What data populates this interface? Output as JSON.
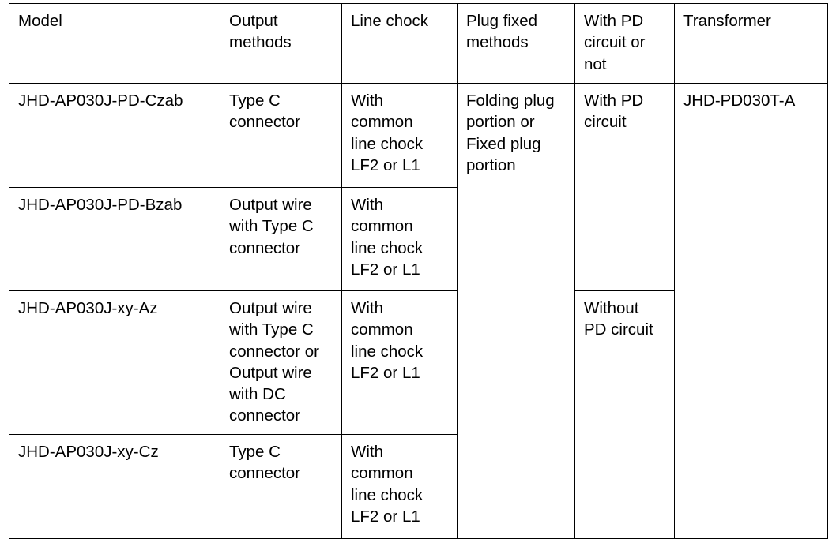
{
  "table": {
    "columns": [
      {
        "key": "model",
        "label": "Model"
      },
      {
        "key": "output",
        "label": "Output\nmethods"
      },
      {
        "key": "chock",
        "label": "Line chock"
      },
      {
        "key": "plug",
        "label": "Plug fixed\nmethods"
      },
      {
        "key": "pd",
        "label": "With PD\ncircuit or\nnot"
      },
      {
        "key": "transformer",
        "label": "Transformer"
      }
    ],
    "rows": [
      {
        "model": "JHD-AP030J-PD-Czab",
        "output": "Type C\nconnector",
        "chock": "With\ncommon\nline chock\nLF2 or L1"
      },
      {
        "model": "JHD-AP030J-PD-Bzab",
        "output": "Output wire\nwith Type C\nconnector",
        "chock": "With\ncommon\nline chock\nLF2 or L1"
      },
      {
        "model": "JHD-AP030J-xy-Az",
        "output": "Output wire\nwith Type C\nconnector or\nOutput wire\nwith DC\nconnector",
        "chock": "With\ncommon\nline chock\nLF2 or L1"
      },
      {
        "model": "JHD-AP030J-xy-Cz",
        "output": "Type C\nconnector",
        "chock": "With\ncommon\nline chock\nLF2 or L1"
      }
    ],
    "merged_cells": {
      "plug_fixed_methods": "Folding plug\nportion or\nFixed plug\nportion",
      "pd_with": "With PD\ncircuit",
      "pd_without": "Without\nPD circuit",
      "transformer": "JHD-PD030T-A"
    }
  },
  "colors": {
    "border": "#000000",
    "text": "#000000",
    "background": "#ffffff"
  }
}
